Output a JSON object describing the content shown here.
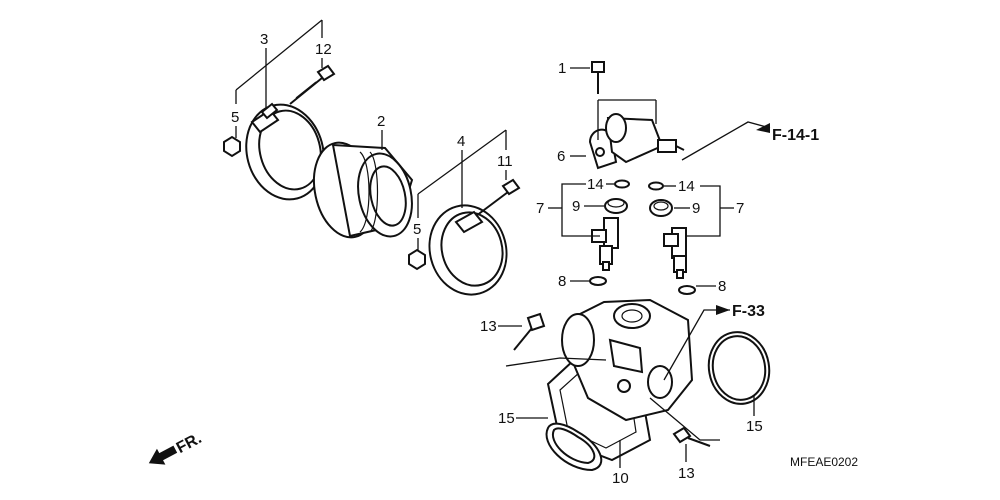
{
  "callouts": {
    "c1": "1",
    "c2": "2",
    "c3": "3",
    "c4": "4",
    "c5a": "5",
    "c5b": "5",
    "c6": "6",
    "c7a": "7",
    "c7b": "7",
    "c8a": "8",
    "c8b": "8",
    "c9a": "9",
    "c9b": "9",
    "c10": "10",
    "c11": "11",
    "c12": "12",
    "c13a": "13",
    "c13b": "13",
    "c14a": "14",
    "c14b": "14",
    "c15a": "15",
    "c15b": "15"
  },
  "references": {
    "ref_f141": "F-14-1",
    "ref_f33": "F-33"
  },
  "direction": {
    "label": "FR."
  },
  "diagram_code": "MFEAE0202"
}
